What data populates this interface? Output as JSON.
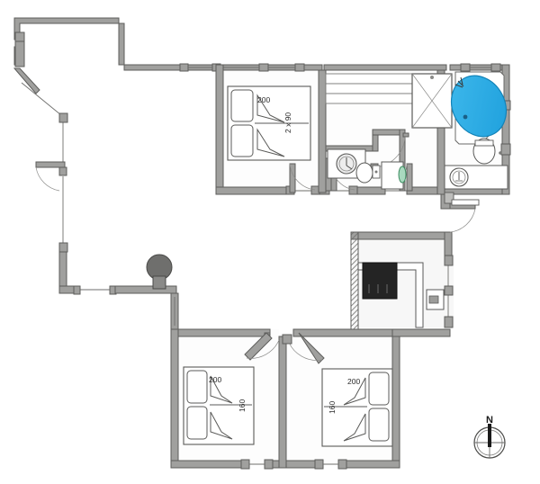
{
  "document": {
    "type": "floor-plan",
    "title": "Holiday House Floor Plan",
    "background_color": "#ffffff"
  },
  "palette": {
    "wall_fill": "#a0a09e",
    "wall_outline": "#5d5d5b",
    "furniture_outline": "#5a5a58",
    "room_fill": "#fdfdfd",
    "whirlpool_blue": "#29abe2",
    "whirlpool_outline": "#1383b8",
    "stove_dark": "#2b2b2b",
    "accent_green": "#4a9c6d",
    "hatch_gray": "#6e6e6c"
  },
  "compass": {
    "label": "N",
    "name": "north-arrow"
  },
  "rooms": [
    {
      "id": "bedroom-north",
      "name": "north-bedroom",
      "beds": [
        {
          "length_label": "200",
          "width_label": "2 x 90",
          "orientation": "vertical-label"
        }
      ]
    },
    {
      "id": "sauna",
      "name": "sauna-room",
      "fixtures": [
        "bench-shelf-1",
        "bench-shelf-2",
        "bench-shelf-3"
      ]
    },
    {
      "id": "utility",
      "name": "utility-room",
      "fixtures": [
        "washing-machine",
        "toilet",
        "door-green"
      ]
    },
    {
      "id": "bathroom",
      "name": "bathroom",
      "fixtures": [
        "shower-cabin",
        "whirlpool-tub",
        "toilet",
        "sink-vanity"
      ]
    },
    {
      "id": "kitchen",
      "name": "kitchen-area",
      "fixtures": [
        "stove",
        "counter",
        "cabinet"
      ]
    },
    {
      "id": "living",
      "name": "living-room",
      "fixtures": [
        "wood-stove"
      ]
    },
    {
      "id": "bedroom-southwest",
      "name": "southwest-bedroom",
      "beds": [
        {
          "length_label": "200",
          "width_label": "160",
          "orientation": "vertical-label"
        }
      ]
    },
    {
      "id": "bedroom-southeast",
      "name": "southeast-bedroom",
      "beds": [
        {
          "length_label": "200",
          "width_label": "160",
          "orientation": "vertical-label"
        }
      ]
    }
  ],
  "labels": {
    "bed_north_length": "200",
    "bed_north_width": "2 x 90",
    "bed_sw_length": "200",
    "bed_sw_width": "160",
    "bed_se_length": "200",
    "bed_se_width": "160"
  },
  "icons": {
    "compass": "compass-rose-icon",
    "whirlpool": "whirlpool-tub-icon",
    "shower": "shower-cabin-icon",
    "toilet": "toilet-icon",
    "sink": "sink-icon",
    "washer": "washing-machine-icon",
    "stove": "wood-stove-icon",
    "cooktop": "cooktop-icon"
  }
}
